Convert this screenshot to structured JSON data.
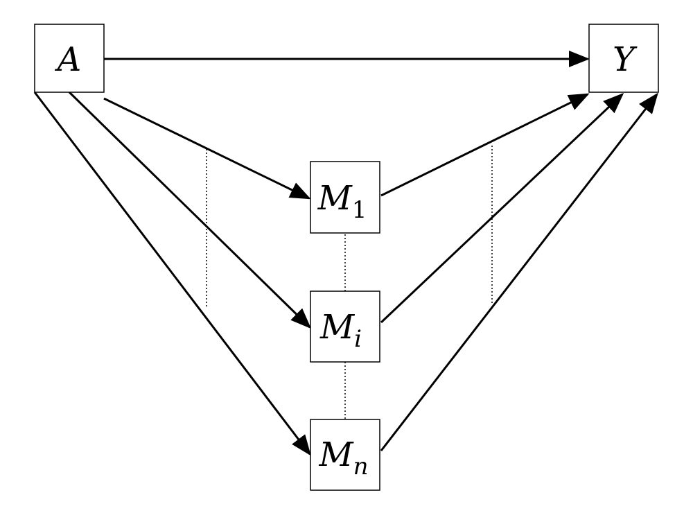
{
  "nodes": {
    "A": {
      "label": "A",
      "sub": ""
    },
    "Y": {
      "label": "Y",
      "sub": ""
    },
    "M1": {
      "label": "M",
      "sub": "1"
    },
    "Mi": {
      "label": "M",
      "sub": "i"
    },
    "Mn": {
      "label": "M",
      "sub": "n"
    }
  },
  "edges": [
    {
      "from": "A",
      "to": "Y"
    },
    {
      "from": "A",
      "to": "M1"
    },
    {
      "from": "A",
      "to": "Mi"
    },
    {
      "from": "A",
      "to": "Mn"
    },
    {
      "from": "M1",
      "to": "Y"
    },
    {
      "from": "Mi",
      "to": "Y"
    },
    {
      "from": "Mn",
      "to": "Y"
    }
  ],
  "colors": {
    "line": "#000000",
    "background": "#ffffff"
  }
}
